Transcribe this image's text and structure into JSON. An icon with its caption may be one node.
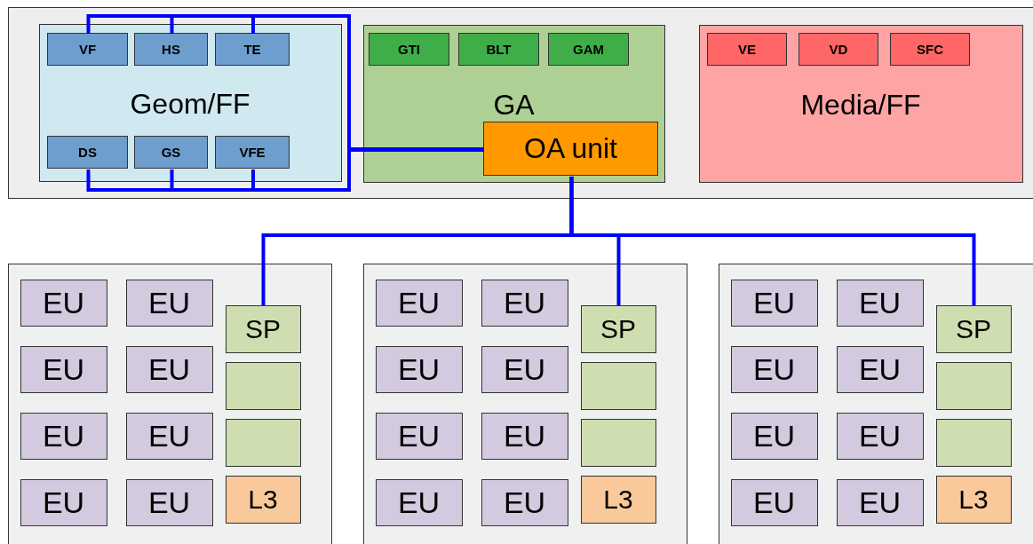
{
  "diagram": {
    "nodes": [
      {
        "text": [],
        "shape": "box"
      },
      {
        "text": [
          "Geom/FF"
        ],
        "in": 0
      },
      {
        "text": [
          "VF"
        ],
        "in": 1
      },
      {
        "text": [
          "HS"
        ],
        "in": 1
      },
      {
        "text": [
          "TE"
        ],
        "in": 1
      },
      {
        "text": [
          "DS"
        ],
        "in": 1
      },
      {
        "text": [
          "GS"
        ],
        "in": 1
      },
      {
        "text": [
          "VFE"
        ],
        "in": 1
      },
      {
        "text": [
          "GA"
        ],
        "in": 0
      },
      {
        "text": [
          "GTI"
        ],
        "in": 8
      },
      {
        "text": [
          "BLT"
        ],
        "in": 8
      },
      {
        "text": [
          "GAM"
        ],
        "in": 8
      },
      {
        "text": [
          "OA unit"
        ],
        "in": 8
      },
      {
        "text": [
          "Media/FF"
        ],
        "in": 0
      },
      {
        "text": [
          "VE"
        ],
        "in": 13
      },
      {
        "text": [
          "VD"
        ],
        "in": 13
      },
      {
        "text": [
          "SFC"
        ],
        "in": 13
      },
      {
        "text": [],
        "shape": "box"
      },
      {
        "text": [
          "EU"
        ],
        "in": 17
      },
      {
        "text": [
          "EU"
        ],
        "in": 17
      },
      {
        "text": [
          "EU"
        ],
        "in": 17
      },
      {
        "text": [
          "EU"
        ],
        "in": 17
      },
      {
        "text": [
          "EU"
        ],
        "in": 17
      },
      {
        "text": [
          "EU"
        ],
        "in": 17
      },
      {
        "text": [
          "EU"
        ],
        "in": 17
      },
      {
        "text": [
          "EU"
        ],
        "in": 17
      },
      {
        "text": [
          "SP"
        ],
        "in": 17
      },
      {
        "text": [],
        "shape": "box",
        "in": 17
      },
      {
        "text": [],
        "shape": "box",
        "in": 17
      },
      {
        "text": [
          "L3"
        ],
        "in": 17
      },
      {
        "text": [],
        "shape": "box"
      },
      {
        "text": [
          "EU"
        ],
        "in": 30
      },
      {
        "text": [
          "EU"
        ],
        "in": 30
      },
      {
        "text": [
          "EU"
        ],
        "in": 30
      },
      {
        "text": [
          "EU"
        ],
        "in": 30
      },
      {
        "text": [
          "EU"
        ],
        "in": 30
      },
      {
        "text": [
          "EU"
        ],
        "in": 30
      },
      {
        "text": [
          "EU"
        ],
        "in": 30
      },
      {
        "text": [
          "EU"
        ],
        "in": 30
      },
      {
        "text": [
          "SP"
        ],
        "in": 30
      },
      {
        "text": [],
        "shape": "box",
        "in": 30
      },
      {
        "text": [],
        "shape": "box",
        "in": 30
      },
      {
        "text": [
          "L3"
        ],
        "in": 30
      },
      {
        "text": [],
        "shape": "box"
      },
      {
        "text": [
          "EU"
        ],
        "in": 43
      },
      {
        "text": [
          "EU"
        ],
        "in": 43
      },
      {
        "text": [
          "EU"
        ],
        "in": 43
      },
      {
        "text": [
          "EU"
        ],
        "in": 43
      },
      {
        "text": [
          "EU"
        ],
        "in": 43
      },
      {
        "text": [
          "EU"
        ],
        "in": 43
      },
      {
        "text": [
          "EU"
        ],
        "in": 43
      },
      {
        "text": [
          "EU"
        ],
        "in": 43
      },
      {
        "text": [
          "SP"
        ],
        "in": 43
      },
      {
        "text": [],
        "shape": "box",
        "in": 43
      },
      {
        "text": [],
        "shape": "box",
        "in": 43
      },
      {
        "text": [
          "L3"
        ],
        "in": 43
      }
    ],
    "edges": [
      {
        "from": 2,
        "to": 12,
        "arrow": "none"
      },
      {
        "from": 3,
        "to": 12,
        "arrow": "none"
      },
      {
        "from": 4,
        "to": 12,
        "arrow": "none"
      },
      {
        "from": 5,
        "to": 12,
        "arrow": "none"
      },
      {
        "from": 6,
        "to": 12,
        "arrow": "none"
      },
      {
        "from": 7,
        "to": 12,
        "arrow": "none"
      },
      {
        "from": 12,
        "to": 26,
        "arrow": "none"
      },
      {
        "from": 12,
        "to": 39,
        "arrow": "none"
      },
      {
        "from": 12,
        "to": 52,
        "arrow": "none"
      }
    ]
  }
}
